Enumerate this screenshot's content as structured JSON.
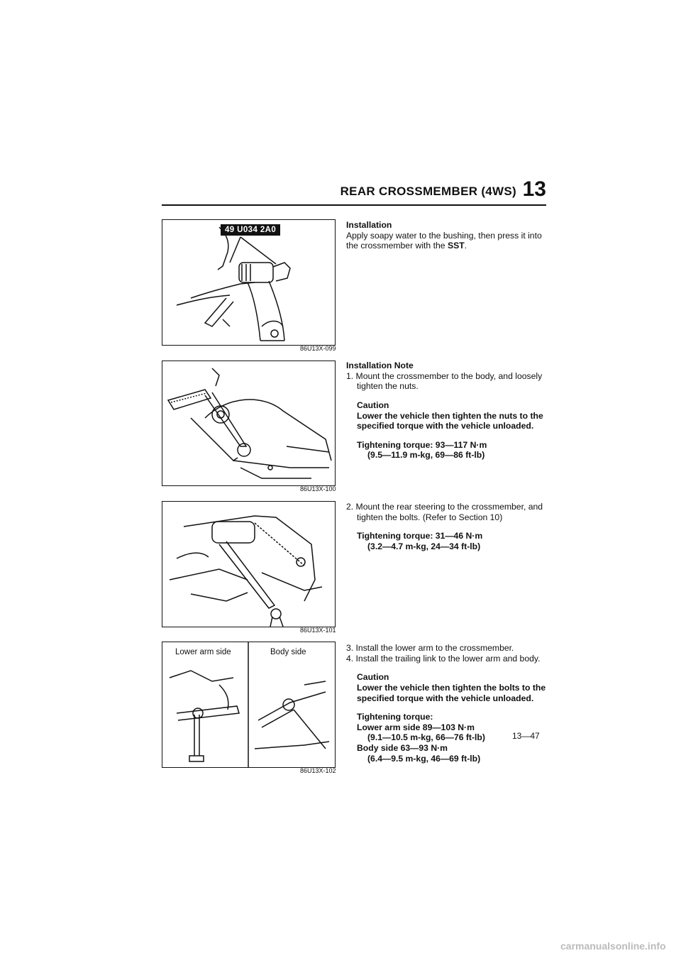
{
  "header": {
    "title": "REAR CROSSMEMBER (4WS)",
    "section_number": "13"
  },
  "figures": [
    {
      "code": "86U13X-099",
      "tool_badge": "49 U034 2A0"
    },
    {
      "code": "86U13X-100"
    },
    {
      "code": "86U13X-101"
    },
    {
      "code": "86U13X-102",
      "left_label": "Lower arm side",
      "right_label": "Body side"
    }
  ],
  "installation": {
    "heading": "Installation",
    "body": "Apply soapy water to the bushing, then press it into the crossmember with the",
    "sst": "SST",
    "end": "."
  },
  "installation_note": {
    "heading": "Installation Note",
    "step1": "1. Mount the crossmember to the body, and loosely",
    "step1b": "tighten the nuts.",
    "caution_heading": "Caution",
    "caution_text": "Lower the vehicle then tighten the nuts to the specified torque with the vehicle unloaded.",
    "torque_line1": "Tightening torque: 93—117 N·m",
    "torque_line2": "(9.5—11.9 m-kg, 69—86 ft-lb)"
  },
  "step2": {
    "line1": "2. Mount the rear steering to the crossmember, and",
    "line2": "tighten the bolts. (Refer to Section 10)",
    "torque_line1": "Tightening torque: 31—46 N·m",
    "torque_line2": "(3.2—4.7 m-kg, 24—34 ft-lb)"
  },
  "step3": {
    "line3": "3. Install the lower arm to the crossmember.",
    "line4": "4. Install the trailing link to the lower arm and body.",
    "caution_heading": "Caution",
    "caution_text": "Lower the vehicle then tighten the bolts to the specified torque with the vehicle unloaded.",
    "torque_heading": "Tightening torque:",
    "lower_arm": "Lower arm side 89—103 N·m",
    "lower_arm_b": "(9.1—10.5 m-kg, 66—76 ft-lb)",
    "body_side": "Body side 63—93 N·m",
    "body_side_b": "(6.4—9.5 m-kg, 46—69 ft-lb)"
  },
  "page_number": "13—47",
  "watermark": "carmanualsonline.info"
}
